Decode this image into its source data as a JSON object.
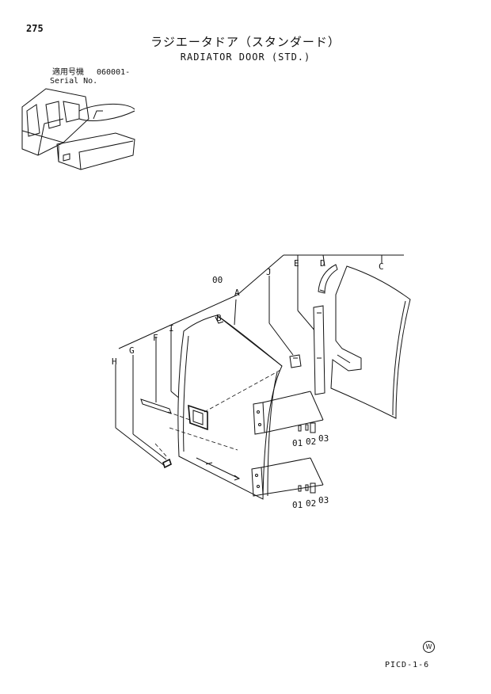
{
  "header": {
    "page_number": "275",
    "title_jp": "ラジエータドア（スタンダード）",
    "title_en": "RADIATOR DOOR (STD.)",
    "serial_label_jp": "適用号機",
    "serial_label_en": "Serial No.",
    "serial_value": "060001-"
  },
  "callouts": {
    "A": "A",
    "B": "B",
    "C": "C",
    "D": "D",
    "E": "E",
    "F": "F",
    "G": "G",
    "H": "H",
    "I": "I",
    "J": "J",
    "assembly": "00",
    "upper_01": "01",
    "upper_02": "02",
    "upper_03": "03",
    "lower_01": "01",
    "lower_02": "02",
    "lower_03": "03"
  },
  "footer": {
    "badge": "W",
    "sheet_code": "PICD-1-6"
  }
}
